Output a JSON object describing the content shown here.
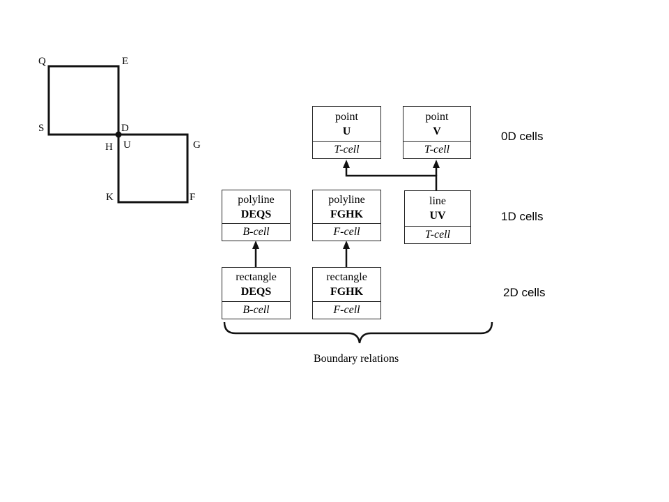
{
  "geometry_labels": {
    "Q": "Q",
    "E": "E",
    "S": "S",
    "D": "D",
    "H": "H",
    "U": "U",
    "G": "G",
    "K": "K",
    "F": "F"
  },
  "cells": {
    "point_u": {
      "type": "point",
      "id": "U",
      "role": "T-cell"
    },
    "point_v": {
      "type": "point",
      "id": "V",
      "role": "T-cell"
    },
    "polyline_deqs": {
      "type": "polyline",
      "id": "DEQS",
      "role": "B-cell"
    },
    "polyline_fghk": {
      "type": "polyline",
      "id": "FGHK",
      "role": "F-cell"
    },
    "line_uv": {
      "type": "line",
      "id": "UV",
      "role": "T-cell"
    },
    "rect_deqs": {
      "type": "rectangle",
      "id": "DEQS",
      "role": "B-cell"
    },
    "rect_fghk": {
      "type": "rectangle",
      "id": "FGHK",
      "role": "F-cell"
    }
  },
  "levels": {
    "zero": "0D cells",
    "one": "1D cells",
    "two": "2D cells"
  },
  "caption": "Boundary relations"
}
